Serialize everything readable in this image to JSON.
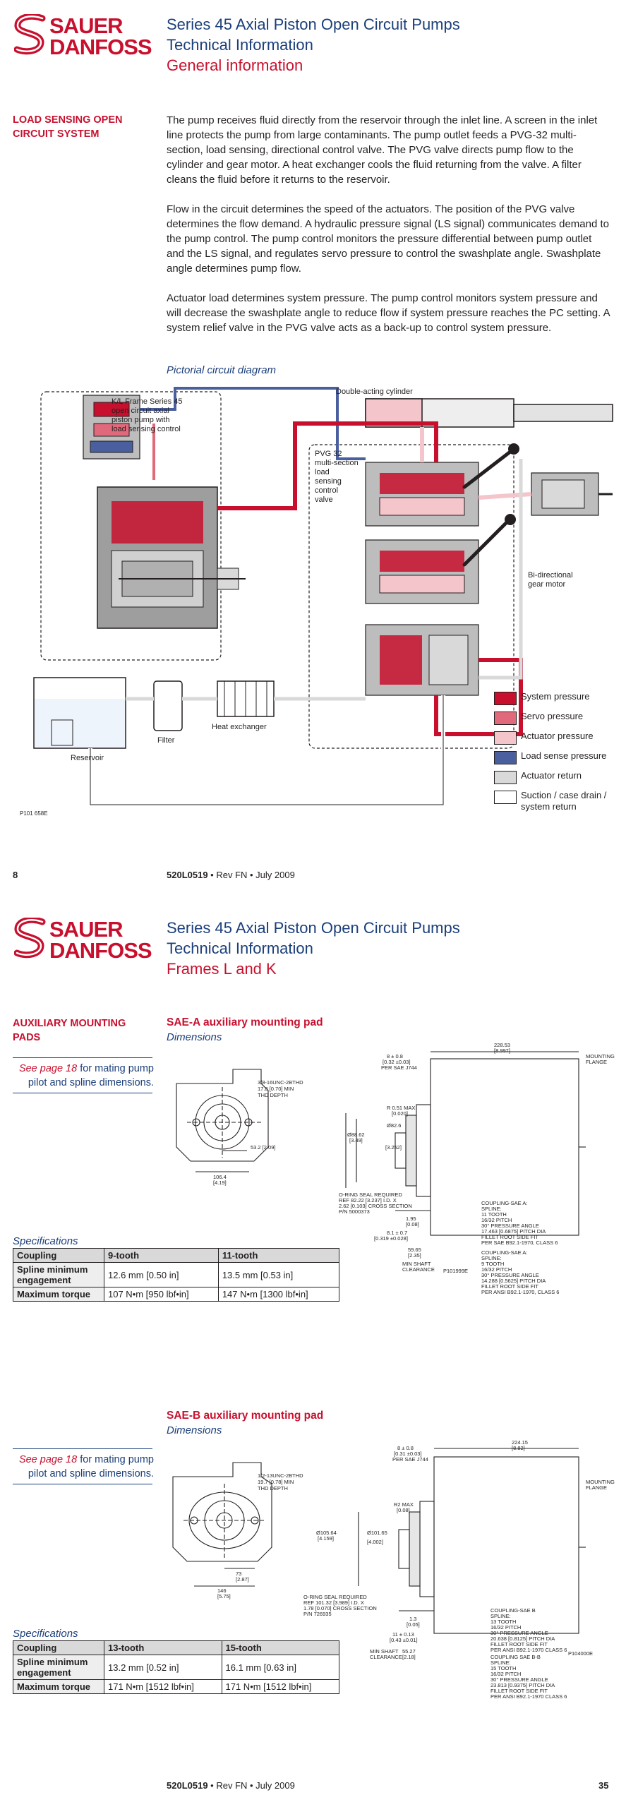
{
  "page1": {
    "logo_line1": "SAUER",
    "logo_line2": "DANFOSS",
    "title_line1": "Series 45 Axial Piston Open Circuit Pumps",
    "title_line2": "Technical Information",
    "title_line3": "General information",
    "section_head_line1": "LOAD SENSING OPEN",
    "section_head_line2": "CIRCUIT SYSTEM",
    "paragraphs": [
      "The pump receives fluid directly from the reservoir through the inlet line. A screen in the inlet line protects the pump from large contaminants. The pump outlet feeds a PVG-32 multi-section, load sensing, directional control valve. The PVG valve directs pump flow to the cylinder and gear motor. A heat exchanger cools the fluid returning from the valve. A filter cleans the fluid before it returns to the reservoir.",
      "Flow in the circuit determines the speed of the actuators. The position of the PVG valve determines the flow demand. A hydraulic pressure signal (LS signal) communicates demand to the pump control. The pump control monitors the pressure differential between pump outlet and the LS signal, and regulates servo pressure to control the swashplate angle. Swashplate angle determines pump flow.",
      "Actuator load determines system pressure. The pump control monitors system pressure and will decrease the swashplate angle to reduce flow if system pressure reaches the PC setting. A system relief valve in the PVG valve acts as a back-up to control system pressure."
    ],
    "diagram_caption": "Pictorial circuit diagram",
    "diagram_labels": {
      "pump_l1": "K/L Frame Series 45",
      "pump_l2": "open circuit axial",
      "pump_l3": "piston pump with",
      "pump_l4": "load sensing control",
      "cylinder": "Double-acting cylinder",
      "pvg_l1": "PVG 32",
      "pvg_l2": "multi-section",
      "pvg_l3": "load",
      "pvg_l4": "sensing",
      "pvg_l5": "control",
      "pvg_l6": "valve",
      "motor_l1": "Bi-directional",
      "motor_l2": "gear motor",
      "reservoir": "Reservoir",
      "filter": "Filter",
      "heat_exchanger": "Heat exchanger",
      "figure_code": "P101 658E"
    },
    "legend": [
      {
        "label": "System pressure",
        "color": "#c8102e"
      },
      {
        "label": "Servo pressure",
        "color": "#e06a7b"
      },
      {
        "label": "Actuator pressure",
        "color": "#f4c6cc"
      },
      {
        "label": "Load sense pressure",
        "color": "#4a5f9e"
      },
      {
        "label": "Actuator return",
        "color": "#d9d9d9"
      },
      {
        "label": "Suction / case drain / system return",
        "color": "#ffffff"
      }
    ],
    "page_number": "8",
    "doc_code": "520L0519",
    "doc_rev": " • Rev FN • July 2009"
  },
  "page2": {
    "logo_line1": "SAUER",
    "logo_line2": "DANFOSS",
    "title_line1": "Series 45 Axial Piston Open Circuit Pumps",
    "title_line2": "Technical Information",
    "title_line3": "Frames L and K",
    "section_head_line1": "AUXILIARY MOUNTING",
    "section_head_line2": "PADS",
    "see_link": "See page 18",
    "see_rest_1": " for mating pump",
    "see_rest_2": "pilot and spline dimensions.",
    "sae_a": {
      "title": "SAE-A auxiliary mounting pad",
      "subtitle": "Dimensions",
      "figure_code": "P101999E",
      "dims": {
        "d1": "228.53",
        "d1b": "[8.997]",
        "d2": "8 ± 0.8",
        "d2b": "[0.32 ±0.03]",
        "d2c": "PER SAE J744",
        "mf1": "MOUNTING",
        "mf2": "FLANGE",
        "t1": "3/8-16UNC-2BTHD",
        "t2": "17.8 [0.70] MIN",
        "t3": "THD DEPTH",
        "r1": "R 0.51 MAX",
        "r2": "[0.020]",
        "dia1": "Ø88.62",
        "dia1b": "[3.49]",
        "dia2": "Ø82.6",
        "dia2b": "[3.252]",
        "w1": "53.2 [2.09]",
        "w2": "106.4",
        "w2b": "[4.19]",
        "or1": "O-RING SEAL REQUIRED",
        "or2": "REF 82.22 [3.237] I.D. X",
        "or3": "2.62 [0.103] CROSS SECTION",
        "or4": "P/N 5000373",
        "g1": "1.95",
        "g1b": "[0.08]",
        "g2": "8.1 ± 0.7",
        "g2b": "[0.319 ±0.028]",
        "g3": "59.65",
        "g3b": "[2.35]",
        "ms1": "MIN SHAFT",
        "ms2": "CLEARANCE",
        "c1": "COUPLING-SAE A:",
        "c2": "SPLINE:",
        "c3": "11 TOOTH",
        "c4": "16/32 PITCH",
        "c5": "30° PRESSURE ANGLE",
        "c6": "17.463 [0.6875] PITCH DIA",
        "c7": "FILLET ROOT SIDE FIT",
        "c8": "PER SAE B92.1-1970, CLASS 6",
        "e1": "COUPLING-SAE A:",
        "e2": "SPLINE:",
        "e3": "9 TOOTH",
        "e4": "16/32 PITCH",
        "e5": "30° PRESSURE ANGLE",
        "e6": "14.288 [0.5625] PITCH DIA",
        "e7": "FILLET ROOT SIDE FIT",
        "e8": "PER ANSI B92.1-1970, CLASS 6"
      },
      "spec_caption": "Specifications",
      "table": {
        "h0": "Coupling",
        "h1": "9-tooth",
        "h2": "11-tooth",
        "r1l": "Spline minimum engagement",
        "r1a": "12.6 mm [0.50 in]",
        "r1b": "13.5 mm [0.53 in]",
        "r2l": "Maximum torque",
        "r2a": "107 N•m [950 lbf•in]",
        "r2b": "147 N•m [1300 lbf•in]"
      }
    },
    "sae_b": {
      "title": "SAE-B auxiliary mounting pad",
      "subtitle": "Dimensions",
      "figure_code": "P104000E",
      "dims": {
        "d1": "224.15",
        "d1b": "[8.82]",
        "d2": "8 ± 0.8",
        "d2b": "[0.31 ±0.03]",
        "d2c": "PER SAE J744",
        "mf1": "MOUNTING",
        "mf2": "FLANGE",
        "t1": "1/2-13UNC-2BTHD",
        "t2": "19.7 [0.78] MIN",
        "t3": "THD DEPTH",
        "r1": "R2 MAX",
        "r2": "[0.08]",
        "dia1": "Ø105.64",
        "dia1b": "[4.159]",
        "dia2": "Ø101.65",
        "dia2b": "[4.002]",
        "w1": "73",
        "w1b": "[2.87]",
        "w2": "146",
        "w2b": "[5.75]",
        "or1": "O-RING SEAL REQUIRED",
        "or2": "REF 101.32 [3.989] I.D. X",
        "or3": "1.78 [0.070] CROSS SECTION",
        "or4": "P/N 726935",
        "g1": "1.3",
        "g1b": "[0.05]",
        "g2": "11 ± 0.13",
        "g2b": "[0.43 ±0.01]",
        "g3": "55.27",
        "g3b": "[2.18]",
        "ms1": "MIN SHAFT",
        "ms2": "CLEARANCE",
        "c1": "COUPLING-SAE B",
        "c2": "SPLINE:",
        "c3": "13 TOOTH",
        "c4": "16/32 PITCH",
        "c5": "30° PRESSURE ANGLE",
        "c6": "20.638 [0.8125] PITCH DIA",
        "c7": "FILLET ROOT SIDE FIT",
        "c8": "PER ANSI B92.1-1970 CLASS 6",
        "e1": "COUPLING SAE B-B",
        "e2": "SPLINE:",
        "e3": "15 TOOTH",
        "e4": "16/32 PITCH",
        "e5": "30° PRESSURE ANGLE",
        "e6": "23.813 [0.9375] PITCH DIA",
        "e7": "FILLET ROOT SIDE FIT",
        "e8": "PER ANSI B92.1-1970 CLASS 6"
      },
      "spec_caption": "Specifications",
      "table": {
        "h0": "Coupling",
        "h1": "13-tooth",
        "h2": "15-tooth",
        "r1l": "Spline minimum engagement",
        "r1a": "13.2 mm [0.52 in]",
        "r1b": "16.1 mm [0.63 in]",
        "r2l": "Maximum torque",
        "r2a": "171 N•m [1512 lbf•in]",
        "r2b": "171 N•m [1512 lbf•in]"
      }
    },
    "page_number": "35",
    "doc_code": "520L0519",
    "doc_rev": " • Rev FN • July 2009"
  }
}
